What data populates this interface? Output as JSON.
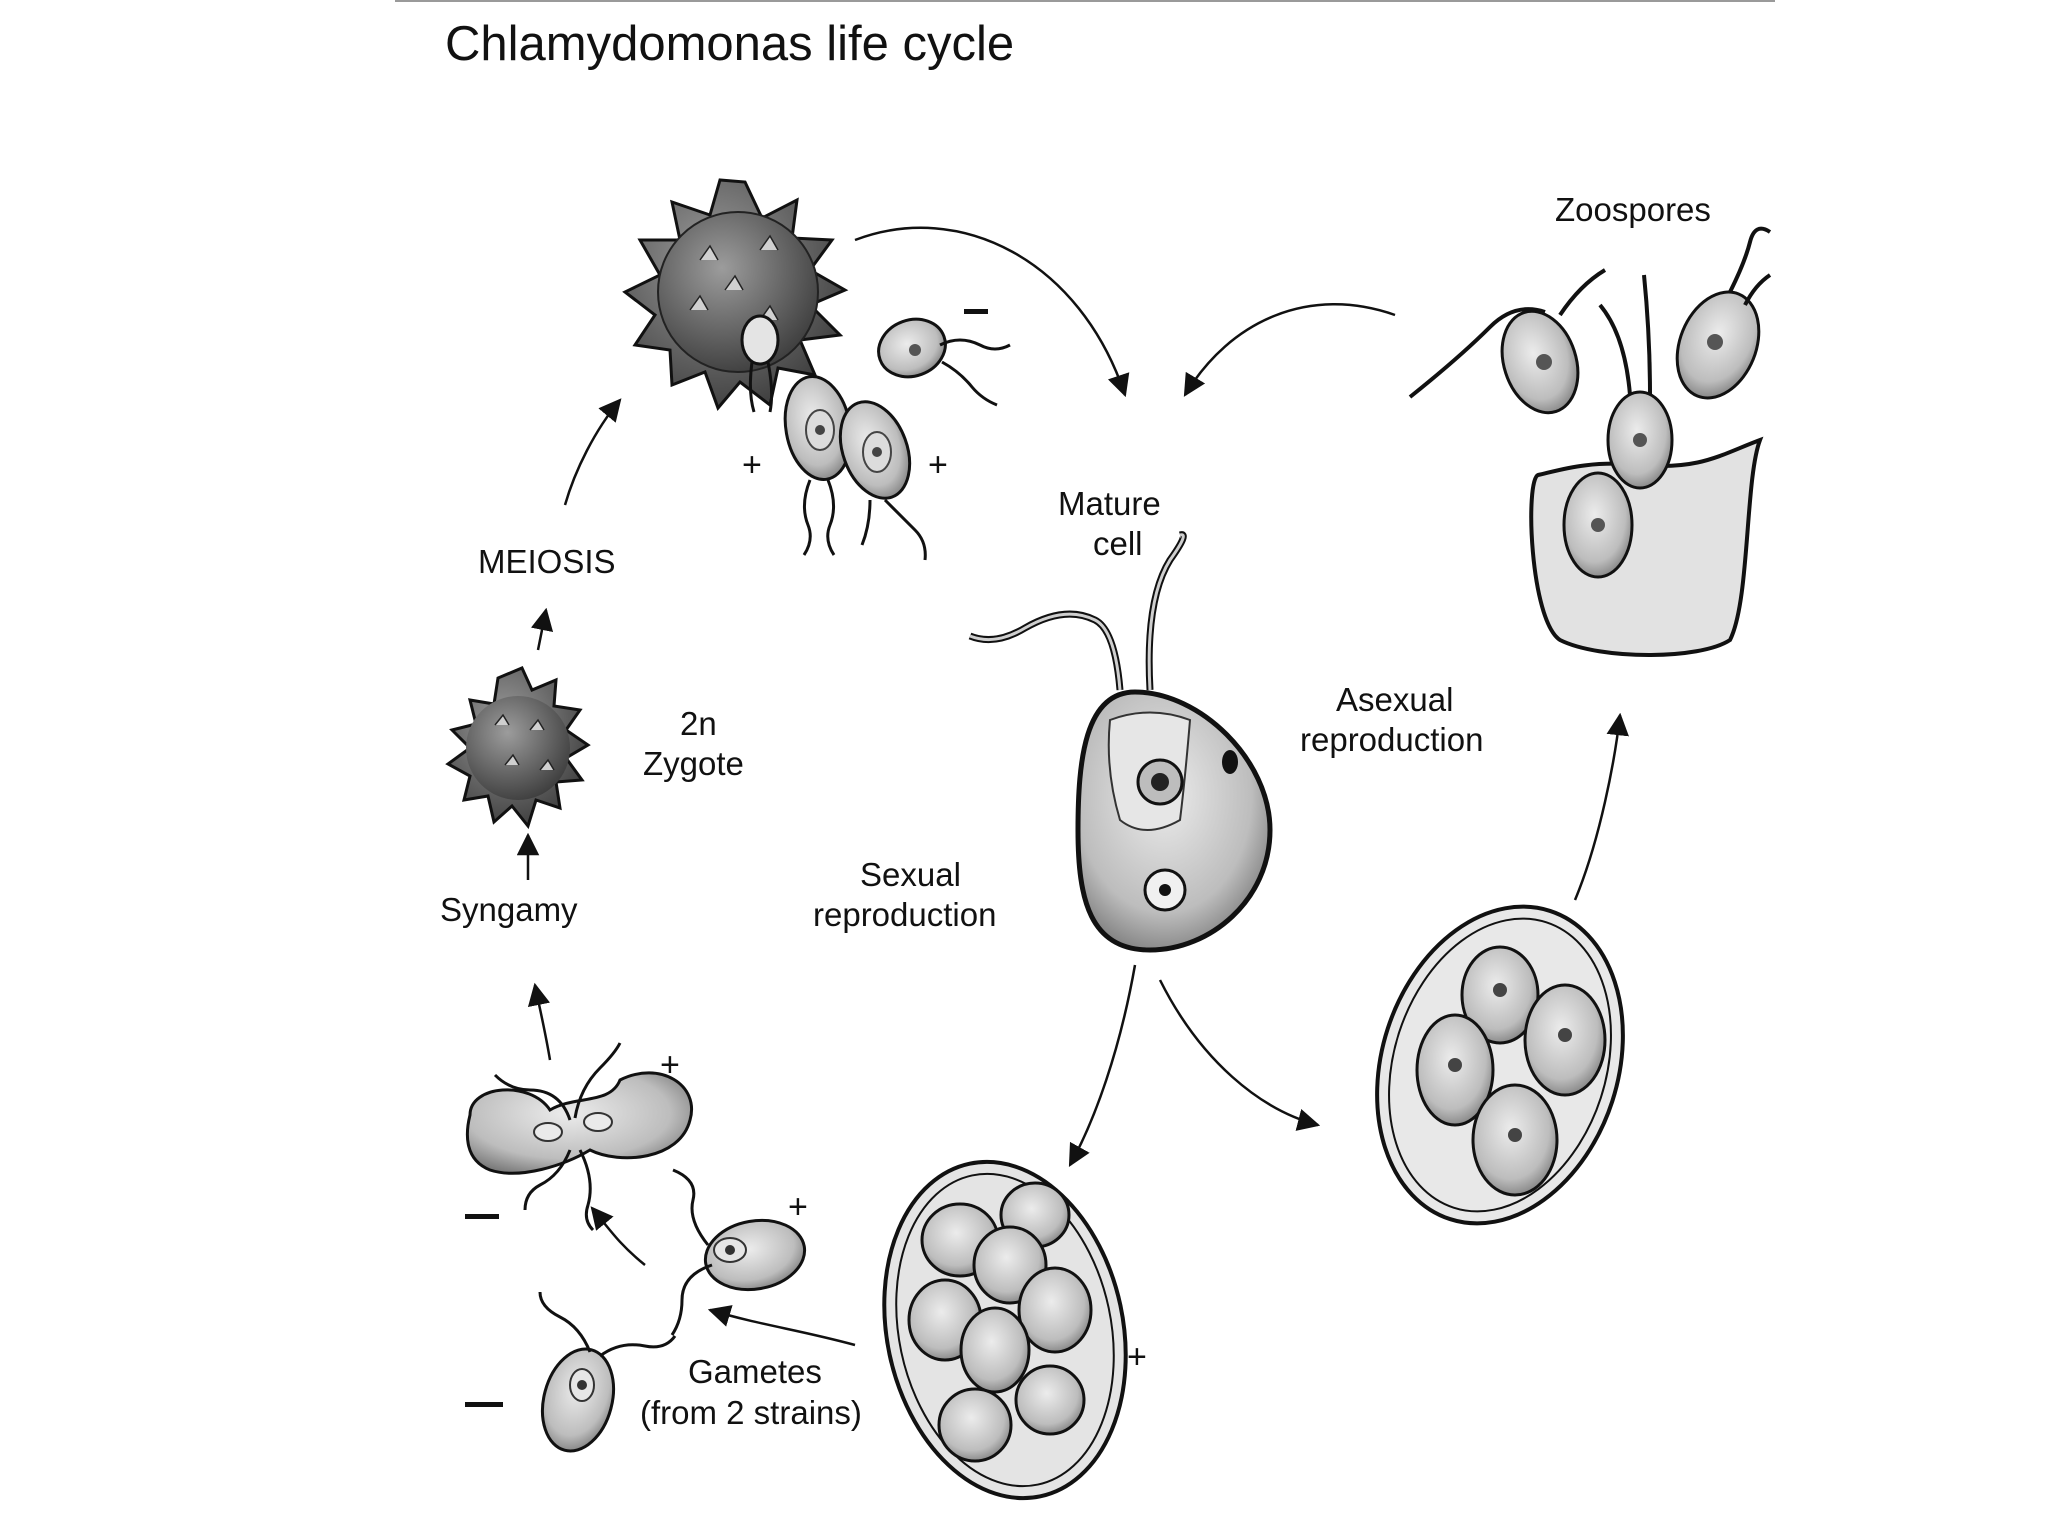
{
  "title": "Chlamydomonas life cycle",
  "labels": {
    "zoospores": "Zoospores",
    "mature_cell_1": "Mature",
    "mature_cell_2": "cell",
    "meiosis": "MEIOSIS",
    "zygote_ploidy": "2n",
    "zygote": "Zygote",
    "syngamy": "Syngamy",
    "sexual_1": "Sexual",
    "sexual_2": "reproduction",
    "asexual_1": "Asexual",
    "asexual_2": "reproduction",
    "gametes_1": "Gametes",
    "gametes_2": "(from 2 strains)"
  },
  "signs": {
    "plus": "+"
  },
  "colors": {
    "ink": "#111111",
    "cell_fill": "#cfcfcf",
    "cell_dark": "#8a8a8a",
    "zygote_fill": "#6e6e6e",
    "background": "#ffffff"
  }
}
